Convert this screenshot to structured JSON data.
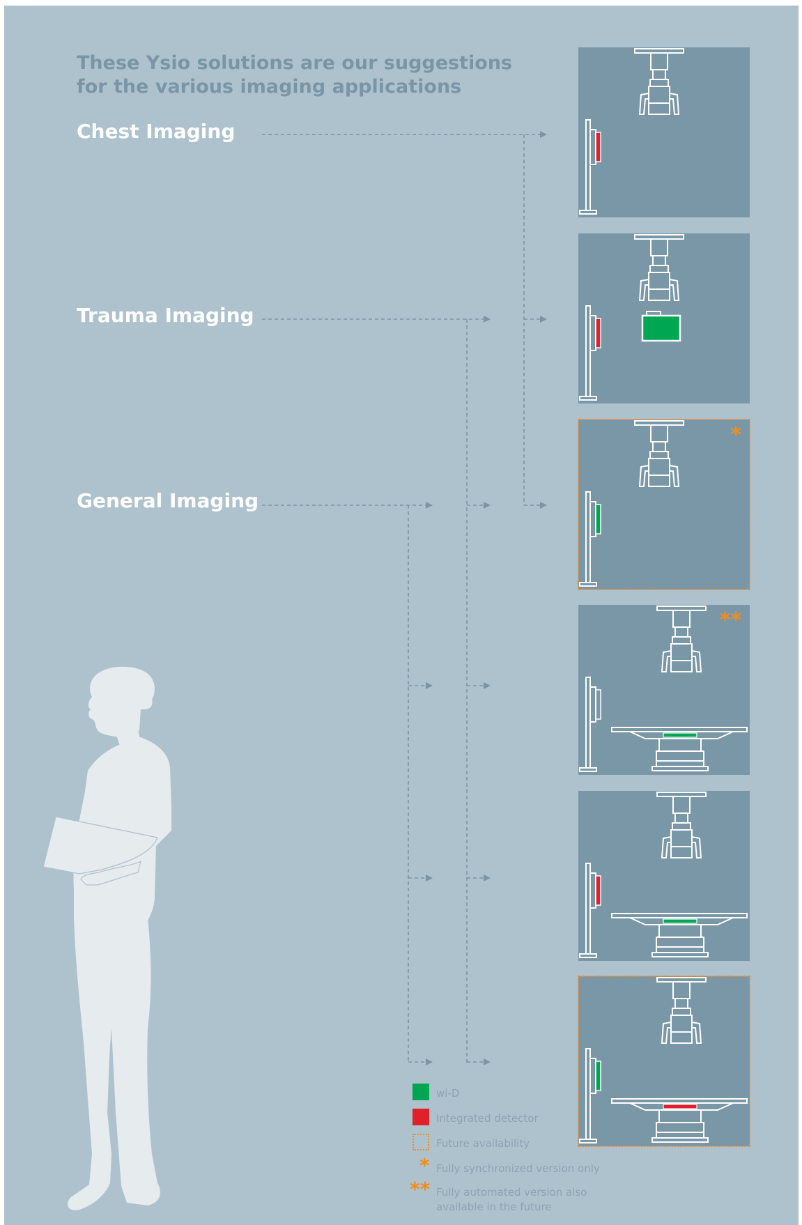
{
  "heading": {
    "line1": "These Ysio solutions are our suggestions",
    "line2": "for the various imaging applications"
  },
  "categories": {
    "chest": "Chest Imaging",
    "trauma": "Trauma Imaging",
    "general": "General Imaging"
  },
  "tiles": [
    {
      "stand_detector": "Integrated detector",
      "table": "none",
      "portable_wid": false,
      "future": false,
      "marker": ""
    },
    {
      "stand_detector": "Integrated detector",
      "table": "none",
      "portable_wid": true,
      "future": false,
      "marker": ""
    },
    {
      "stand_detector": "wi-D",
      "table": "none",
      "portable_wid": false,
      "future": true,
      "marker": "*"
    },
    {
      "stand_detector": "none",
      "table": "wi-D",
      "portable_wid": false,
      "future": false,
      "marker": "**"
    },
    {
      "stand_detector": "Integrated detector",
      "table": "wi-D",
      "portable_wid": false,
      "future": false,
      "marker": ""
    },
    {
      "stand_detector": "wi-D",
      "table": "Integrated detector",
      "portable_wid": false,
      "future": true,
      "marker": ""
    }
  ],
  "legend": {
    "wid": "wi-D",
    "integrated": "Integrated detector",
    "future": "Future availability",
    "star1_symbol": "*",
    "star1_text": "Fully synchronized version only",
    "star2_symbol": "**",
    "star2_line1": "Fully automated version also",
    "star2_line2": "available in the future"
  },
  "colors": {
    "background": "#aec2ce",
    "tile": "#7a97a8",
    "wid_green": "#00a651",
    "integrated_red": "#e1202a",
    "future_orange": "#ee8a2a",
    "connector": "#7b95a5"
  }
}
